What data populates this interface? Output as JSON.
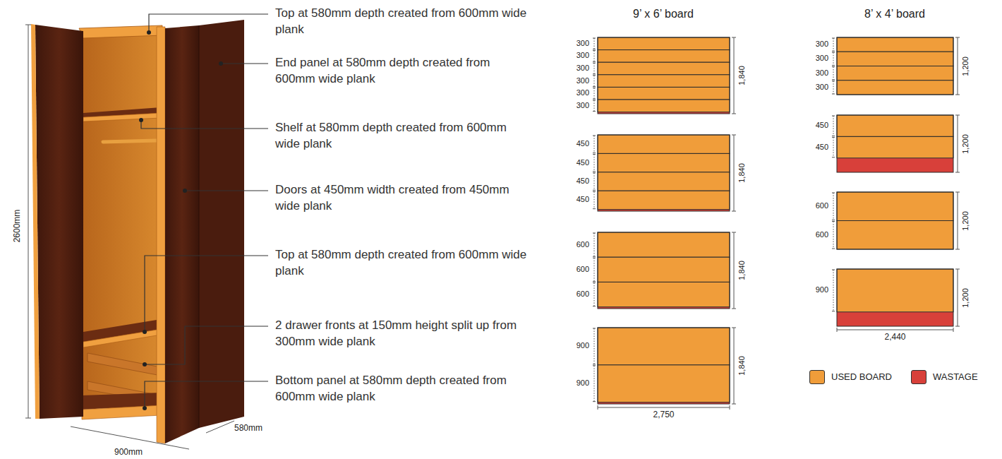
{
  "diagram": {
    "labels": [
      "Top at 580mm depth created from 600mm wide plank",
      "End panel at 580mm depth created from 600mm wide plank",
      "Shelf at 580mm depth created from 600mm wide plank",
      "Doors at 450mm width created from 450mm wide plank",
      "Top at 580mm depth created from 600mm wide plank",
      "2 drawer fronts at 150mm height split up from 300mm wide plank",
      "Bottom panel at 580mm depth created from 600mm wide plank",
      "2600mm",
      "900mm",
      "580mm",
      "9’ x 6’ board",
      "8’ x 4’ board",
      "300",
      "300",
      "300",
      "300",
      "300",
      "300",
      "1,840",
      "450",
      "450",
      "450",
      "450",
      "1,840",
      "600",
      "600",
      "600",
      "1,840",
      "900",
      "900",
      "1,840",
      "2,750",
      "300",
      "300",
      "300",
      "300",
      "1,200",
      "450",
      "450",
      "1,200",
      "600",
      "600",
      "1,200",
      "900",
      "1,200",
      "2,440"
    ],
    "legend": [
      {
        "text": "USED BOARD",
        "color": "#f09d3a"
      },
      {
        "text": "WASTAGE",
        "color": "#d8403a"
      }
    ]
  }
}
